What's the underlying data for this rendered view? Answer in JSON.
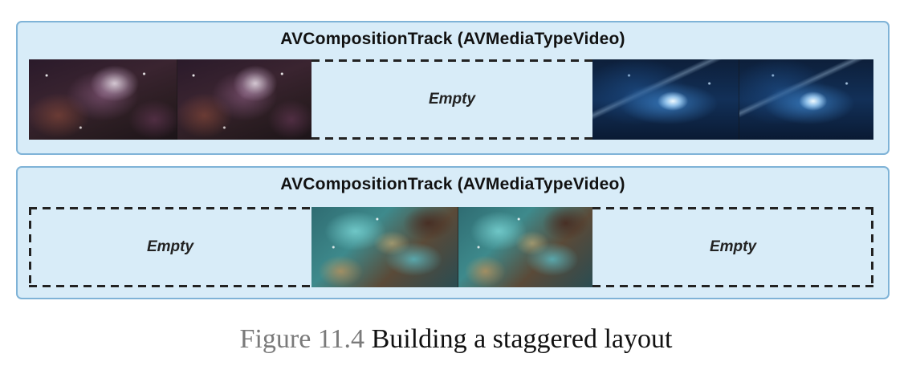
{
  "tracks": [
    {
      "title": "AVCompositionTrack (AVMediaTypeVideo)",
      "segments": [
        {
          "type": "clip",
          "texture": "purple-nebula",
          "frames": 2
        },
        {
          "type": "empty",
          "label": "Empty"
        },
        {
          "type": "clip",
          "texture": "blue-galaxy",
          "frames": 2
        }
      ]
    },
    {
      "title": "AVCompositionTrack (AVMediaTypeVideo)",
      "segments": [
        {
          "type": "empty",
          "label": "Empty"
        },
        {
          "type": "clip",
          "texture": "teal-nebula",
          "frames": 2
        },
        {
          "type": "empty",
          "label": "Empty"
        }
      ]
    }
  ],
  "caption": {
    "label": "Figure 11.4",
    "text": "Building a staggered layout"
  },
  "colors": {
    "track_fill": "#d8ecf8",
    "track_border": "#7fb3d7",
    "dash": "#222222"
  }
}
